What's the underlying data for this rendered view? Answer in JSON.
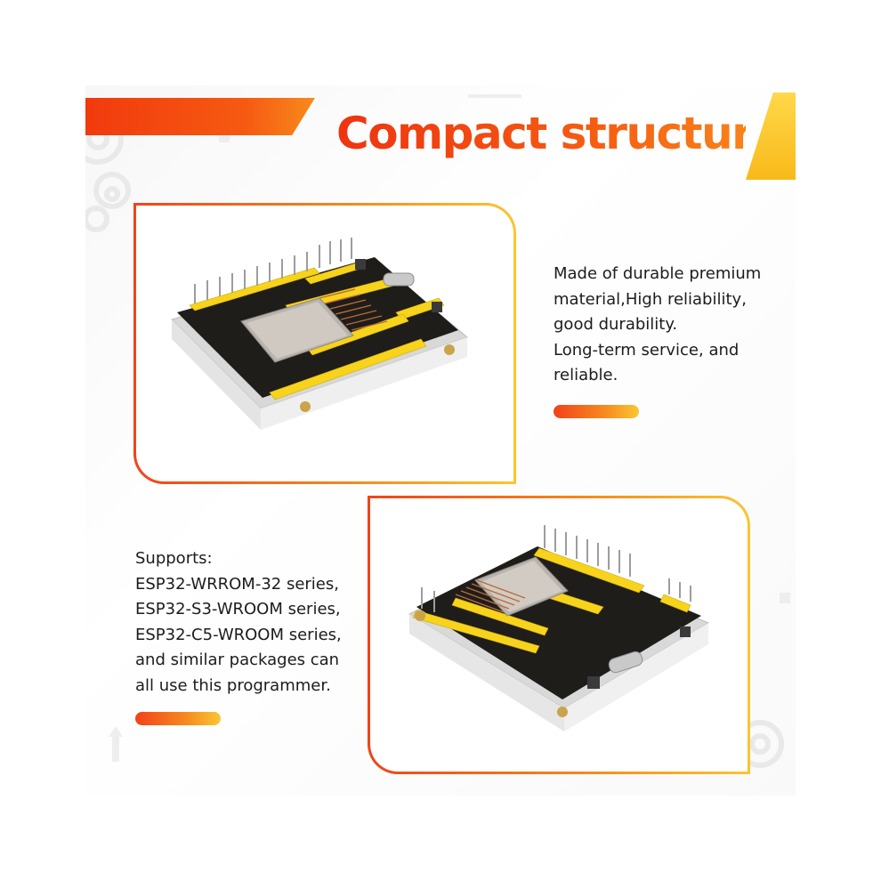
{
  "title": "Compact structure",
  "feature_1": {
    "lines": [
      "Made of durable premium",
      "material,High reliability,",
      "good durability.",
      "Long-term service, and",
      "reliable."
    ],
    "image_icon": "esp32-board-angle-1-image"
  },
  "feature_2": {
    "lines": [
      "Supports:",
      "ESP32-WRROM-32 series,",
      "ESP32-S3-WROOM series,",
      "ESP32-C5-WROOM series,",
      "and similar packages can",
      "all use this programmer."
    ],
    "image_icon": "esp32-board-angle-2-image"
  },
  "colors": {
    "accent_orange": "#f2401a",
    "accent_yellow": "#fbc531",
    "text": "#1c1c1c"
  }
}
